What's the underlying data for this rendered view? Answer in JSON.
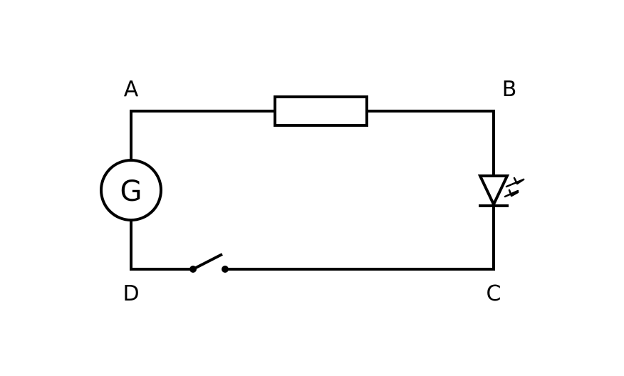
{
  "diagram": {
    "nodes": {
      "a": "A",
      "b": "B",
      "c": "C",
      "d": "D"
    },
    "generator": {
      "symbol": "G",
      "icon": "galvanometer-icon"
    },
    "components": [
      "resistor-icon",
      "led-icon",
      "switch-icon"
    ],
    "switch_state": "open",
    "line_color": "#000000",
    "background": "#ffffff"
  }
}
